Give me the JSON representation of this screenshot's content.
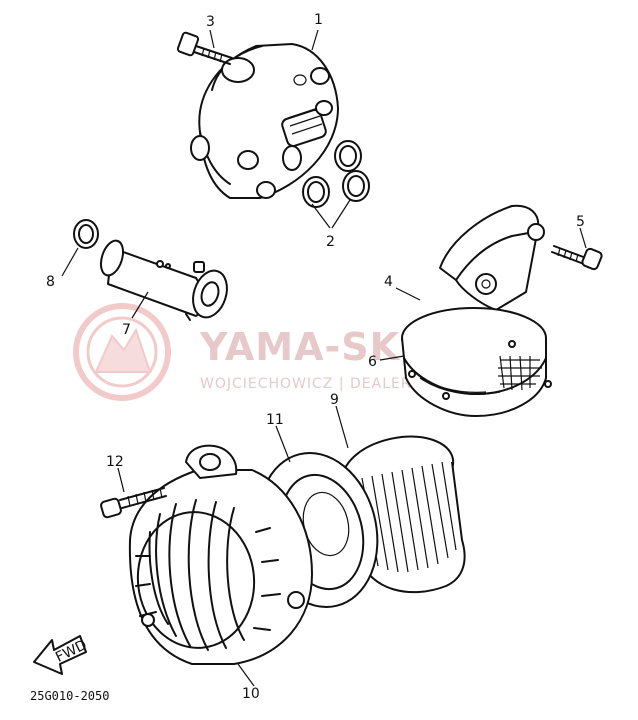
{
  "diagram": {
    "watermark": {
      "brand": "YAMA-SKLEP.PL",
      "tagline": "WOJCIECHOWICZ | DEALER YAMAHA",
      "logo_color": "#e8a0a0",
      "text_color": "#e7c9c9"
    },
    "callouts": [
      "1",
      "2",
      "3",
      "4",
      "5",
      "6",
      "7",
      "8",
      "9",
      "10",
      "11",
      "12"
    ],
    "fwd_label": "FWD",
    "part_code": "25G010-2050"
  }
}
